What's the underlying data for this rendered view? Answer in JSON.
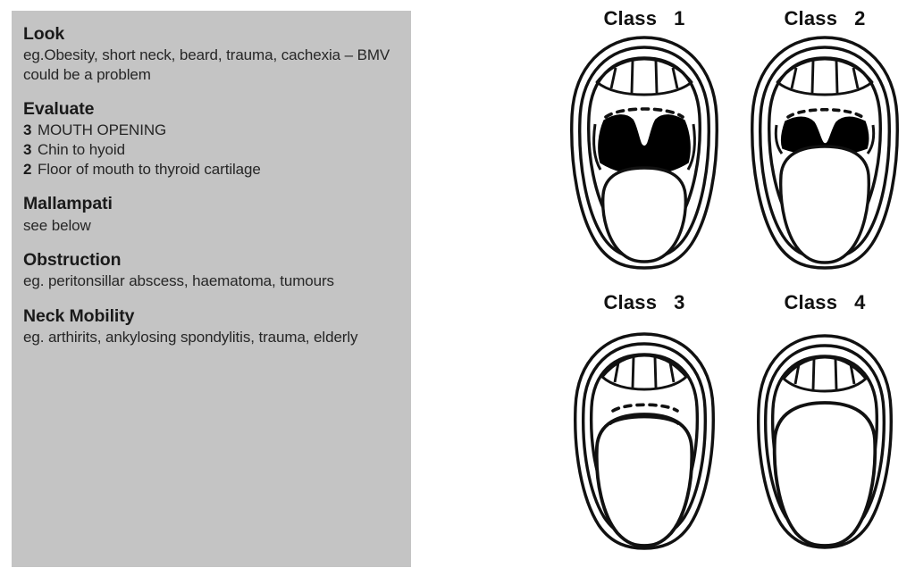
{
  "lemon_panel": {
    "background_color": "#c4c4c4",
    "sections": [
      {
        "heading": "Look",
        "body": "eg.Obesity, short neck, beard, trauma, cachexia – BMV could be a problem"
      },
      {
        "heading": "Evaluate",
        "measures": [
          {
            "number": "3",
            "text": "MOUTH  OPENING"
          },
          {
            "number": "3",
            "text": "Chin to hyoid"
          },
          {
            "number": "2",
            "text": "Floor of mouth to thyroid cartilage"
          }
        ]
      },
      {
        "heading": "Mallampati",
        "body": "see below"
      },
      {
        "heading": "Obstruction",
        "body": "eg. peritonsillar abscess, haematoma, tumours"
      },
      {
        "heading": "Neck Mobility",
        "body": "eg. arthirits, ankylosing spondylitis, trauma, elderly"
      }
    ]
  },
  "mallampati": {
    "line_color": "#111111",
    "fill_color": "#000000",
    "classes": [
      {
        "label": "Class   1",
        "class_number": 1,
        "visible_structures": "soft palate, fauces, uvula, tonsillar pillars",
        "pharynx_opening": "large",
        "has_dashed_palate_line": true,
        "has_black_pharynx": true,
        "uvula_visible": true
      },
      {
        "label": "Class   2",
        "class_number": 2,
        "visible_structures": "soft palate, fauces, uvula",
        "pharynx_opening": "partial",
        "has_dashed_palate_line": true,
        "has_black_pharynx": true,
        "uvula_visible": true
      },
      {
        "label": "Class   3",
        "class_number": 3,
        "visible_structures": "soft palate, base of uvula",
        "pharynx_opening": "none",
        "has_dashed_palate_line": true,
        "has_black_pharynx": false,
        "uvula_visible": false
      },
      {
        "label": "Class   4",
        "class_number": 4,
        "visible_structures": "hard palate only",
        "pharynx_opening": "none",
        "has_dashed_palate_line": false,
        "has_black_pharynx": false,
        "uvula_visible": false
      }
    ]
  }
}
